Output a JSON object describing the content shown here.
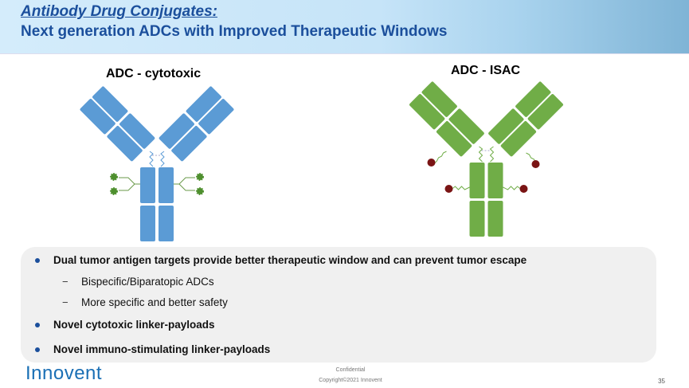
{
  "header": {
    "title_line1": "Antibody Drug Conjugates:",
    "title_line2": "Next generation ADCs with Improved Therapeutic Windows"
  },
  "diagrams": [
    {
      "label": "ADC - cytotoxic",
      "color": "#5b9bd5"
    },
    {
      "label": "ADC - ISAC",
      "color": "#70ad47"
    }
  ],
  "bullets": [
    {
      "text": "Dual tumor antigen targets provide better therapeutic window and can prevent tumor escape",
      "sub": [
        "Bispecific/Biparatopic ADCs",
        "More specific and better safety"
      ]
    },
    {
      "text": "Novel cytotoxic linker-payloads"
    },
    {
      "text": "Novel immuno-stimulating linker-payloads"
    }
  ],
  "footer": {
    "logo": "Innovent",
    "confidential": "Confidential",
    "copyright": "Copyright©2021 Innovent",
    "page": "35"
  }
}
